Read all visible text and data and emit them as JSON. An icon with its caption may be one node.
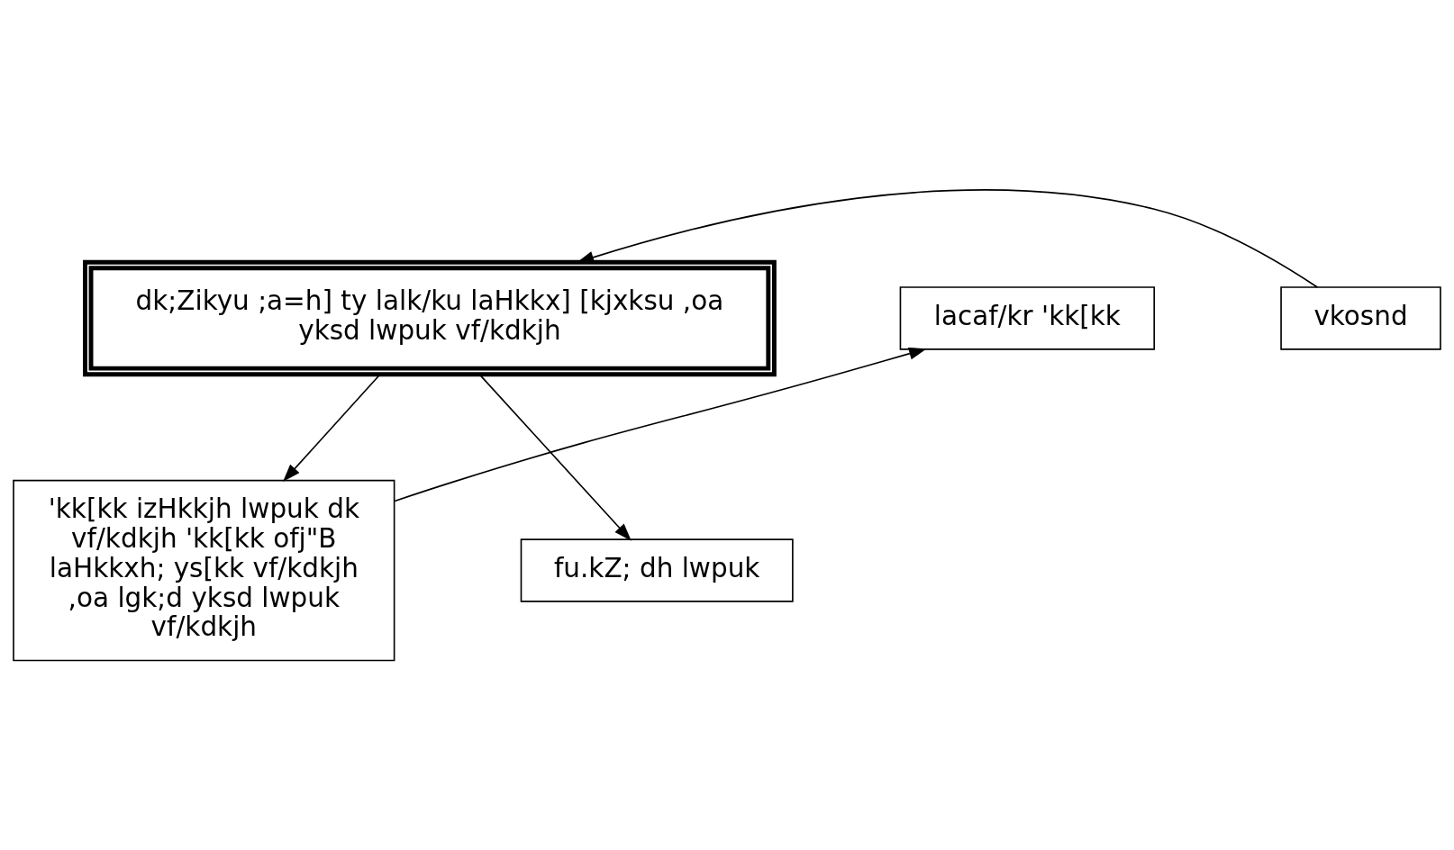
{
  "diagram": {
    "nodes": [
      {
        "text": [
          "dk;Zikyu ;a=h] ty lalk/ku laHkkx] [kjxksu ,oa yksd lwpuk vf/kdkjh"
        ]
      },
      {
        "text": [
          "vkosnd"
        ]
      },
      {
        "text": [
          "lacaf/kr 'kk[kk"
        ]
      },
      {
        "text": [
          "'kk[kk izHkkjh lwpuk dk vf/kdkjh 'kk[kk ofj\"B laHkkxh; ys[kk vf/kdkjh ,oa lgk;d yksd lwpuk vf/kdkjh"
        ]
      },
      {
        "text": [
          "fu.kZ; dh lwpuk"
        ]
      }
    ],
    "edges": [
      {
        "from": 1,
        "to": 0,
        "arrow": "to"
      },
      {
        "from": 0,
        "to": 3,
        "arrow": "to"
      },
      {
        "from": 3,
        "to": 2,
        "arrow": "to"
      },
      {
        "from": 0,
        "to": 4,
        "arrow": "to"
      }
    ]
  }
}
